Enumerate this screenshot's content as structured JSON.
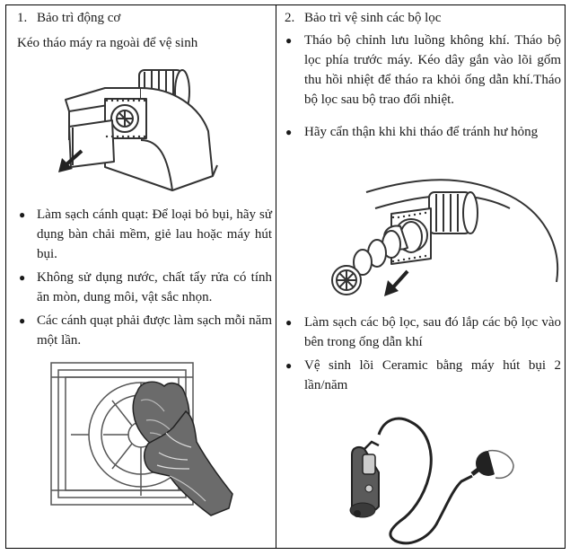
{
  "left": {
    "heading_num": "1.",
    "heading": "Bảo trì động cơ",
    "intro": "Kéo tháo máy ra ngoài để vệ sinh",
    "bullets": [
      "Làm sạch cánh quạt: Để loại bỏ bụi, hãy sử dụng bàn chải mềm, giẻ lau hoặc máy hút bụi.",
      "Không sử dụng nước, chất tẩy rửa có tính ăn mòn, dung môi, vật sắc nhọn.",
      "Các cánh quạt phải được làm sạch mỗi năm một lần."
    ]
  },
  "right": {
    "heading_num": "2.",
    "heading": "Bảo trì vệ sinh các bộ lọc",
    "bullets_top": [
      "Tháo bộ chỉnh lưu luồng không khí. Tháo bộ lọc phía trước máy. Kéo dây gắn vào lõi gốm thu hồi nhiệt để tháo ra khỏi ống dẫn khí.Tháo bộ lọc sau bộ trao đổi nhiệt.",
      "Hãy cẩn thận khi khi tháo để tránh hư hỏng"
    ],
    "bullets_bottom": [
      "Làm sạch các bộ lọc, sau đó lắp các bộ lọc vào bên trong ống dẫn khí",
      "Vệ sinh lõi Ceramic bằng máy hút bụi 2 lần/năm"
    ]
  },
  "colors": {
    "border": "#000000",
    "text": "#1a1a1a",
    "illustration": "#333333",
    "glove": "#6b6b6b"
  }
}
